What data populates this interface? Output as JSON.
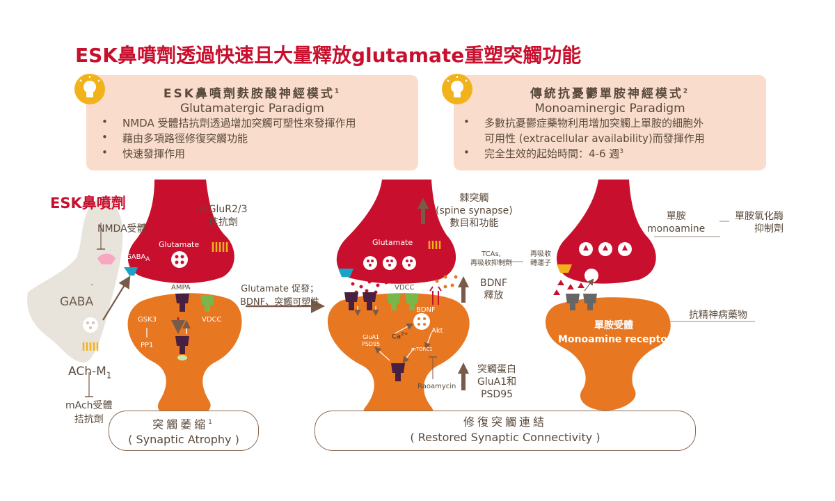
{
  "title": "ESK鼻噴劑透過快速且大量釋放glutamate重塑突觸功能",
  "left_panel": {
    "heading": "ESK鼻噴劑麩胺酸神經模式",
    "heading_sup": "1",
    "subheading": "Glutamatergic Paradigm",
    "bullets": [
      "NMDA 受體拮抗劑透過增加突觸可塑性來發揮作用",
      "藉由多項路徑修復突觸功能",
      "快速發揮作用"
    ]
  },
  "right_panel": {
    "heading": "傳統抗憂鬱單胺神經模式",
    "heading_sup": "2",
    "subheading": "Monoaminergic Paradigm",
    "bullet1_line1": "多數抗憂鬱症藥物利用增加突觸上單胺的細胞外",
    "bullet1_line2": "可用性 (extracellular availability)而發揮作用",
    "bullet2": "完全生效的起始時間：4-6 週",
    "bullet2_sup": "3"
  },
  "left_diagram": {
    "esk_label": "ESK鼻噴劑",
    "nmda_label": "NMDA受體",
    "gaba_cell": "GABA",
    "gaba_a": "GABA",
    "gaba_a_sub": "A",
    "glutamate": "Glutamate",
    "mglur_line1": "mGluR2/3",
    "mglur_line2": "拮抗劑",
    "ampa": "AMPA",
    "vdcc": "VDCC",
    "gsk3": "GSK3",
    "pp1": "PP1",
    "ach": "ACh-M",
    "ach_sub": "1",
    "mach_line1": "mAch受體",
    "mach_line2": "拮抗劑",
    "atrophy_line1": "突觸萎縮",
    "atrophy_sup": "1",
    "atrophy_line2": "( Synaptic Atrophy )"
  },
  "middle_diagram": {
    "arrow_line1": "Glutamate 促發；",
    "arrow_line2": "BDNF、突觸可塑性",
    "glutamate": "Glutamate",
    "vdcc": "VDCC",
    "bdnf_small": "BDNF",
    "akt": "Akt",
    "ca": "Ca",
    "ca_sup": "2+",
    "glua1_line1": "GluA1",
    "glua1_line2": "PSD95",
    "mtorc1": "mTORC1",
    "rapamycin": "Raoamycin",
    "spine_line1": "棘突觸",
    "spine_line2": "(spine synapse)",
    "spine_line3": "數目和功能",
    "bdnf_line1": "BDNF",
    "bdnf_line2": "釋放",
    "protein_line1": "突觸蛋白",
    "protein_line2": "GluA1和",
    "protein_line3": "PSD95",
    "restored_line1": "修復突觸連結",
    "restored_line2": "( Restored Synaptic Connectivity )"
  },
  "right_diagram": {
    "tcas_line1": "TCAs,",
    "tcas_line2": "再吸收抑制劑",
    "reuptake_line1": "再吸收",
    "reuptake_line2": "轉運子",
    "monoamine_line1": "單胺",
    "monoamine_line2": "monoamine",
    "mao_line1": "單胺氧化酶",
    "mao_line2": "抑制劑",
    "receptor_line1": "單胺受體",
    "receptor_line2": "Monoamine receptor",
    "antipsychotic": "抗精神病藥物"
  },
  "colors": {
    "crimson": "#c8102e",
    "orange": "#e87722",
    "panel": "#f9dccb",
    "brown_text": "#5a4a3c",
    "purple_receptor": "#4a2040",
    "green_receptor": "#7ab648",
    "cyan_receptor": "#1aa3c4",
    "yellow_channel": "#f2b21b",
    "gray_cell": "#e8e4dc",
    "arrow": "#7a5a48"
  },
  "icons": [
    "lightbulb-icon",
    "lightbulb-icon"
  ]
}
